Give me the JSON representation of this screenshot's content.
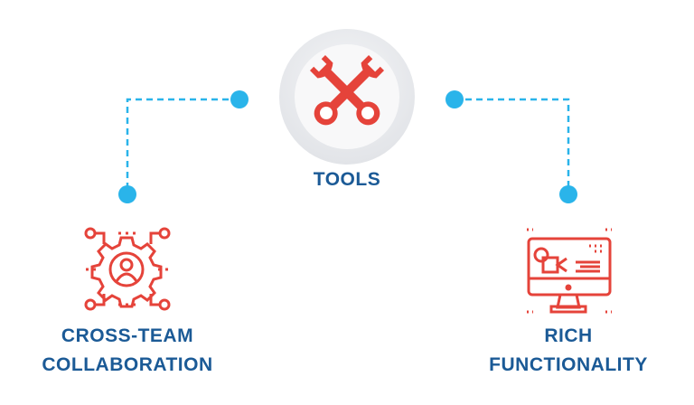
{
  "center": {
    "label": "TOOLS",
    "icon": "crossed-wrenches-icon"
  },
  "left": {
    "label_line1": "CROSS-TEAM",
    "label_line2": "COLLABORATION",
    "icon": "gear-user-network-icon"
  },
  "right": {
    "label_line1": "RICH",
    "label_line2": "FUNCTIONALITY",
    "icon": "monitor-video-icon"
  },
  "colors": {
    "accent": "#e5433a",
    "connector": "#2ab4ea",
    "text": "#1b5a96"
  }
}
